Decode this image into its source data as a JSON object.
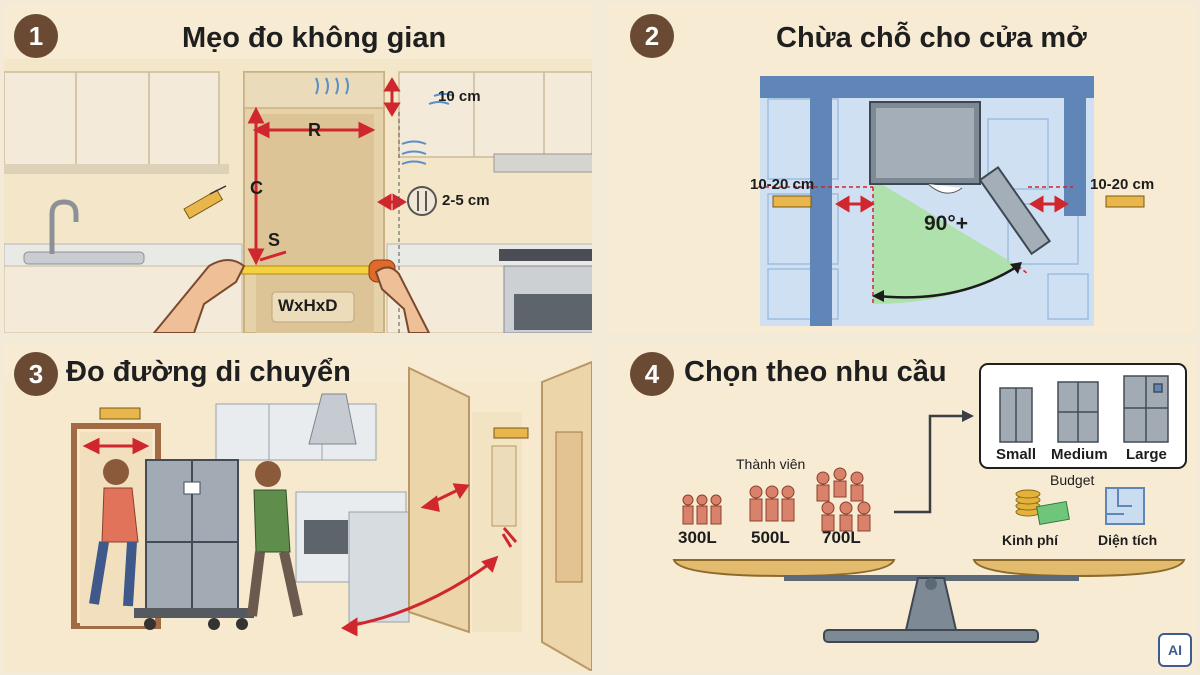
{
  "panels": [
    {
      "number": "1",
      "title": "Mẹo đo không gian",
      "labels": {
        "width": "R",
        "height": "C",
        "depth": "S",
        "formula": "WxHxD",
        "top_gap": "10 cm",
        "side_gap": "2-5 cm"
      }
    },
    {
      "number": "2",
      "title": "Chừa chỗ cho cửa mở",
      "labels": {
        "left_gap": "10-20 cm",
        "right_gap": "10-20 cm",
        "angle": "90°+"
      }
    },
    {
      "number": "3",
      "title": "Đo đường di chuyển"
    },
    {
      "number": "4",
      "title": "Chọn theo nhu cầu",
      "members_label": "Thành viên",
      "capacities": [
        "300L",
        "500L",
        "700L"
      ],
      "sizes": [
        "Small",
        "Medium",
        "Large"
      ],
      "budget_label": "Budget",
      "factors": [
        "Kinh phí",
        "Diện tích"
      ]
    }
  ],
  "watermark": "AI",
  "colors": {
    "panel_bg": "#f7ecd3",
    "badge": "#6b4a34",
    "arrow": "#d0262e",
    "blueprint": "#5f86b7",
    "door_zone": "#a9e0a0"
  }
}
